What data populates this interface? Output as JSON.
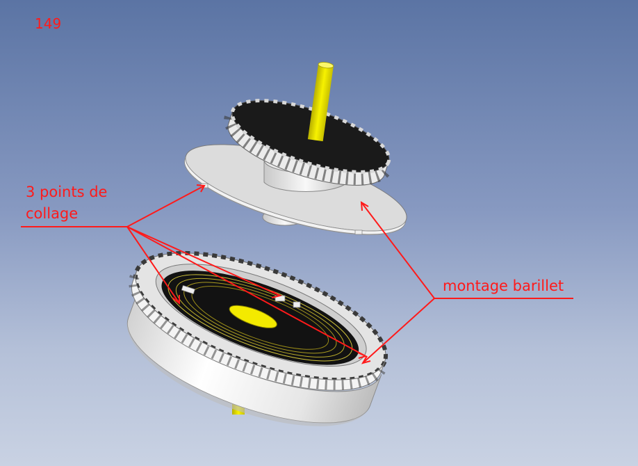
{
  "figure": {
    "number": "149",
    "label_glue_line1": "3 points de",
    "label_glue_line2": "collage",
    "label_mount": "montage barillet"
  },
  "colors": {
    "annotation": "#ff1a1a",
    "arbor": "#f2ea00",
    "gear_body": "#e9e9e9",
    "gear_dark": "#161616"
  }
}
